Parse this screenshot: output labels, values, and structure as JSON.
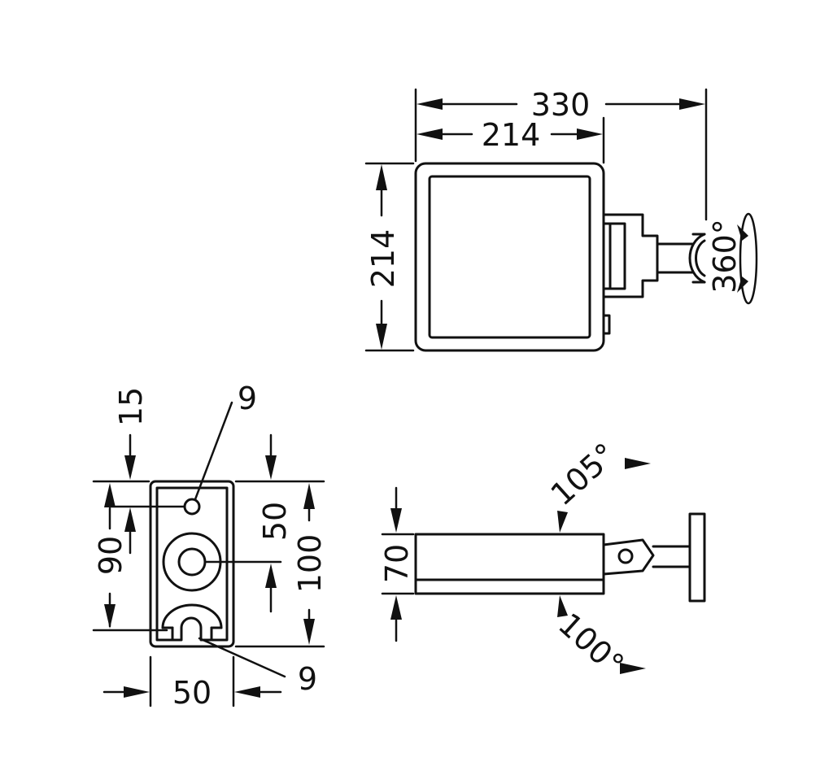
{
  "views": {
    "front": {
      "overall_width": "330",
      "plate_width": "214",
      "plate_height": "214",
      "rotation": "360°"
    },
    "mount_plate": {
      "top_offset": "15",
      "top_hole": "9",
      "hole_spacing": "90",
      "center_height": "50",
      "plate_height": "100",
      "bottom_slot": "9",
      "plate_width": "50"
    },
    "side": {
      "depth": "70",
      "tilt_up": "105°",
      "tilt_down": "100°"
    }
  }
}
